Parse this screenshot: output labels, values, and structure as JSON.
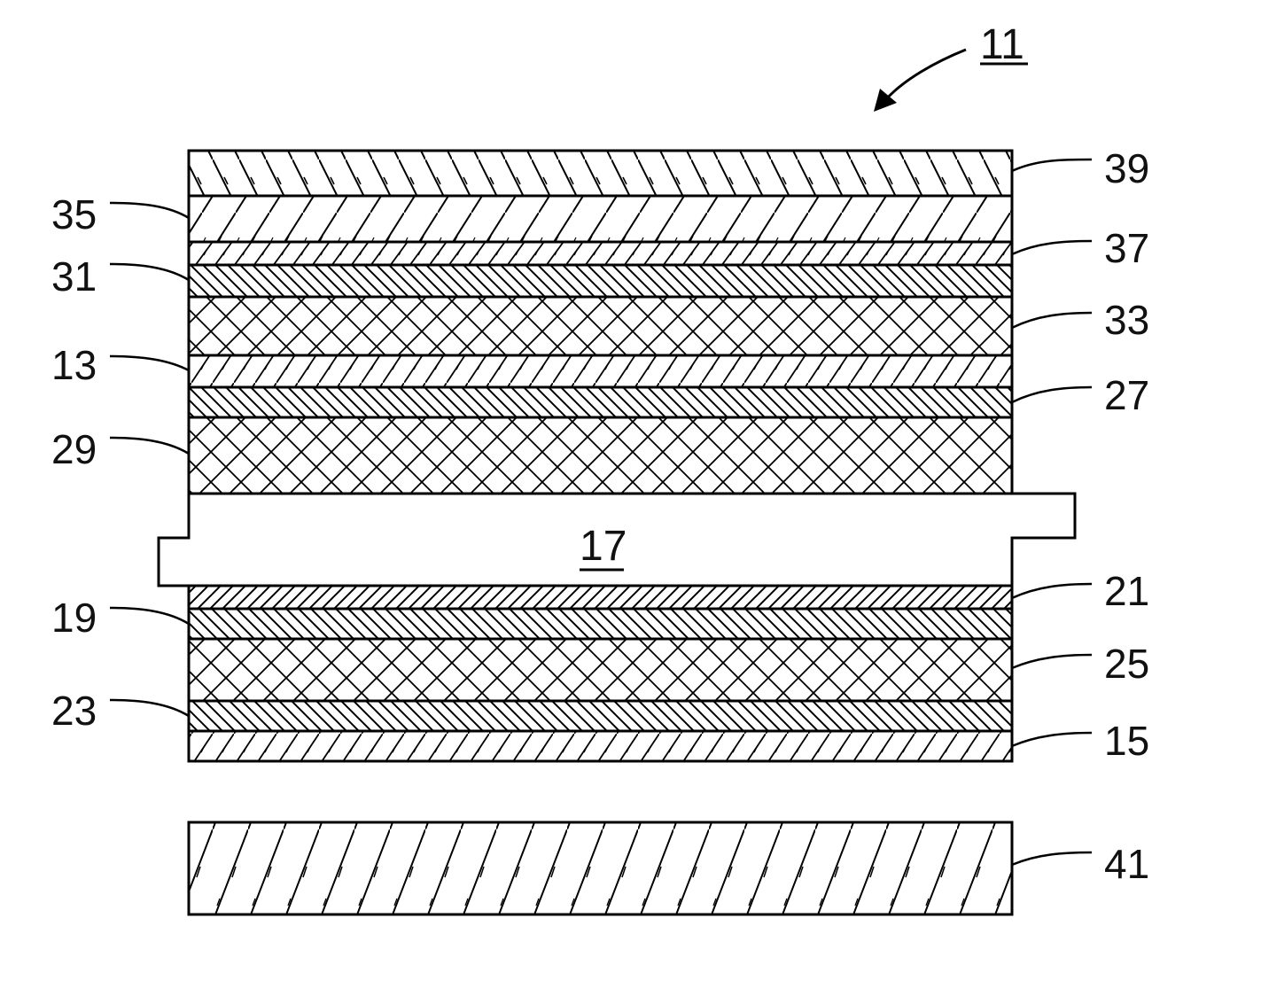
{
  "figure": {
    "reference": "11",
    "layers": [
      {
        "ref": "39",
        "side": "right",
        "pattern": "back-slash-with-ticks"
      },
      {
        "ref": "35",
        "side": "left",
        "pattern": "coarse-slash-with-ticks"
      },
      {
        "ref": "37",
        "side": "right",
        "pattern": "fine-slash-with-ticks"
      },
      {
        "ref": "31",
        "side": "left",
        "pattern": "back-slash-dense"
      },
      {
        "ref": "33",
        "side": "right",
        "pattern": "crosshatch"
      },
      {
        "ref": "13",
        "side": "left",
        "pattern": "slash-with-ticks"
      },
      {
        "ref": "27",
        "side": "right",
        "pattern": "back-slash-dense"
      },
      {
        "ref": "29",
        "side": "left",
        "pattern": "crosshatch"
      },
      {
        "ref": "17",
        "side": "center",
        "pattern": "blank-stepped-plate"
      },
      {
        "ref": "21",
        "side": "right",
        "pattern": "slash-dense"
      },
      {
        "ref": "19",
        "side": "left",
        "pattern": "back-slash-dense"
      },
      {
        "ref": "25",
        "side": "right",
        "pattern": "crosshatch"
      },
      {
        "ref": "23",
        "side": "left",
        "pattern": "back-slash-dense"
      },
      {
        "ref": "15",
        "side": "right",
        "pattern": "slash-with-ticks"
      },
      {
        "ref": "41",
        "side": "right",
        "pattern": "wide-slash-with-ticks"
      }
    ]
  }
}
